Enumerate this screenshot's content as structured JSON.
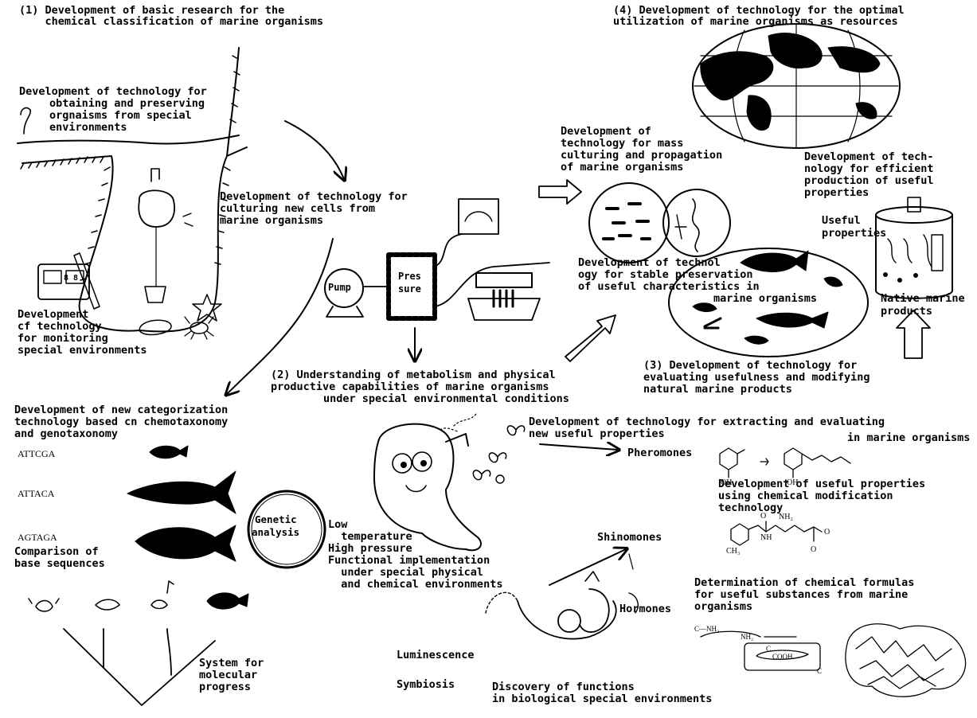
{
  "sections": {
    "s1": {
      "line1": "(1) Development of basic research for the",
      "line2": "    chemical classification of marine organisms"
    },
    "s4": {
      "line1": "(4) Development of technology for the optimal",
      "line2": "utilization of marine organisms as resources"
    },
    "s2": {
      "line1": "(2) Understanding of metabolism and physical",
      "line2": "productive capabilities of marine organisms",
      "line3": "under special environmental conditions"
    },
    "s3": {
      "line1": "(3) Development of technology for",
      "line2": "evaluating usefulness and modifying",
      "line3": "natural marine products"
    }
  },
  "labels": {
    "obtaining": [
      "Development of technology for",
      "obtaining and preserving",
      "orgnaisms from special",
      "environments"
    ],
    "monitoring": [
      "Development",
      "cf technology",
      "for monitoring",
      "special environments"
    ],
    "culturing_cells": [
      "Development of technology for",
      "culturing new cells from",
      "marine organisms"
    ],
    "mass_culturing": [
      "Development of",
      "technology for mass",
      "culturing and propagation",
      "of marine organisms"
    ],
    "efficient": [
      "Development of tech-",
      "nology for efficient",
      "production of useful",
      "properties"
    ],
    "useful_properties": [
      "Useful",
      "properties"
    ],
    "native": [
      "Native marine",
      "products"
    ],
    "stable": [
      "Development of technol",
      "ogy for stable preservation",
      "of useful characteristics in",
      "marine organisms"
    ],
    "pump": "Pump",
    "pressure": [
      "Pres",
      "sure"
    ],
    "categorization": [
      "Development of new categorization",
      "technology based cn chemotaxonomy",
      "and genotaxonomy"
    ],
    "seq1": "ATTCGA",
    "seq2": "ATTACA",
    "seq3": "AGTAGA",
    "comparison": [
      "Comparison of",
      "base sequences"
    ],
    "genetic": [
      "Genetic",
      "analysis"
    ],
    "conditions": [
      "Low",
      "  temperature",
      "High pressure",
      "Functional implementation",
      "  under special physical",
      "  and chemical environments"
    ],
    "molecular": [
      "System for",
      "molecular",
      "progress"
    ],
    "extracting": [
      "Development of technology for extracting and evaluating",
      "new useful properties",
      "in marine organisms"
    ],
    "pheromones": "Pheromones",
    "chemical_mod": [
      "Development of useful properties",
      "using chemical modification",
      "technology"
    ],
    "shinomones": "Shinomones",
    "hormones": "Hormones",
    "luminescence": "Luminescence",
    "symbiosis": "Symbiosis",
    "discovery": [
      "Discovery of functions",
      "in biological special environments"
    ],
    "determination": [
      "Determination of chemical formulas",
      "for useful substances from marine",
      "organisms"
    ]
  },
  "formula": {
    "oh1": "OH",
    "oh2": "OH",
    "o1": "O",
    "nh3": "NH₂",
    "nh": "NH",
    "ch3": "CH₃",
    "o2": "O",
    "o3": "O",
    "cnh": "C—NH₂",
    "nh2": "NH₂",
    "c1": "C",
    "cooh": "COOH",
    "c2": "C"
  },
  "gauge_digits": "8 8",
  "colors": {
    "ink": "#000000",
    "paper": "#ffffff"
  }
}
